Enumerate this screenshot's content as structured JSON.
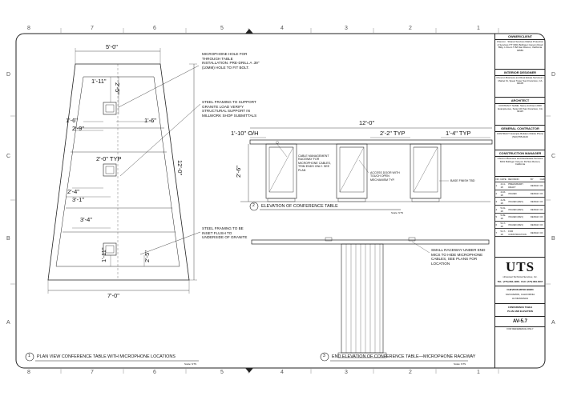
{
  "grid": {
    "top_numbers": [
      "8",
      "7",
      "6",
      "5",
      "4",
      "3",
      "2",
      "1"
    ],
    "bottom_numbers": [
      "8",
      "7",
      "6",
      "5",
      "4",
      "3",
      "2",
      "1"
    ],
    "letters": [
      "D",
      "C",
      "B",
      "A"
    ]
  },
  "plan": {
    "dims": {
      "top": "5'-0\"",
      "d1": "1'-11\"",
      "d2": "2'-5\"",
      "d3": "1'-6\"",
      "d4": "2'-9\"",
      "d5": "1'-6\"",
      "typ": "2'-0\" TYP",
      "d6": "2'-4\"",
      "d7": "3'-1\"",
      "d8": "3'-4\"",
      "d9": "1'-11\"",
      "d10": "2'-5\"",
      "bottom": "7'-0\"",
      "height": "12'-0\""
    },
    "notes": {
      "mic": "MICROPHONE HOLE FOR THROUGH TABLE INSTALLATION. PRE-DRILL A .39\" (10MM) HOLE TO FIT BOLT.",
      "steel1": "STEEL FRAMING TO SUPPORT GRANITE LOAD VERIFY STRUCTURAL SUPPORT IN MILLWORK SHOP SUBMITTALS",
      "steel2": "STEEL FRAMING TO BE INSET FLUSH TO UNDERSIDE OF GRANITE"
    },
    "caption_num": "1",
    "caption": "PLAN VIEW CONFERENCE TABLE WITH MICROPHONE LOCATIONS",
    "scale": "Scale: NTS"
  },
  "elevation": {
    "dims": {
      "overall": "12'-0\"",
      "oh": "1'-10\" O/H",
      "typ": "2'-2\" TYP",
      "typ2": "1'-4\" TYP",
      "height": "2'-6\""
    },
    "notes": {
      "cable": "CABLE MANAGEMENT RACEWAY FOR MICROPHONE CABLES, TRIM ENDS ONLY. SEE PLAN",
      "access": "ACCESS DOOR WITH TOUCH OPEN MECHANISM TYP.",
      "base": "BASE FINISH TBD"
    },
    "caption_num": "2",
    "caption": "ELEVATION OF CONFERENCE TABLE",
    "scale": "Scale: NTS"
  },
  "end_elevation": {
    "note": "SMALL RACEWAY UNDER END MICS TO HIDE MICROPHONE CABLES, SEE PLANS FOR LOCATION",
    "caption_num": "3",
    "caption": "END ELEVATION OF CONFERENCE TABLE—MICROPHONE RACEWAY",
    "scale": "Scale: NTS"
  },
  "titleblock": {
    "owner_h": "OWNER/CLIENT",
    "owner_t": "Chevron · Shared Services Market Protection & Services ITT 6001 Bollinger Canyon Road Bldg. L Room T-BA San Ramon, California 94583",
    "designer_h": "INTERIOR DESIGNER",
    "designer_t": "Chevron Business and Real Estate Services 1 Market St, Spear Tower San Francisco, CA 94105",
    "architect_h": "ARCHITECT",
    "architect_t": "CONTRACT NAME: Name Architect 2000 Example Ave, Suite 100 San Francisco, CA 94115",
    "gc_h": "GENERAL CONTRACTOR",
    "gc_t": "CONTRACT: Example Builders Mobile Phone (510) 555-0100",
    "cm_h": "CONSTRUCTION MANAGER",
    "cm_t": "Chevron Business and Real Estate Services 6001 Bollinger Canyon Rd San Ramon, California",
    "rev_headers": [
      "NO.",
      "DATE",
      "REVISION",
      "BY",
      "CHK"
    ],
    "rev_rows": [
      [
        "1",
        "4-11-18",
        "PRELIMINARY DRAFT",
        "DESIGN",
        "CK"
      ],
      [
        "2",
        "4-16-18",
        "ISSUED",
        "DESIGN",
        "CK"
      ],
      [
        "3",
        "4-23-18",
        "ISSUED (REV)",
        "DESIGN",
        "CK"
      ],
      [
        "4",
        "5-01-18",
        "ISSUED (REV)",
        "DESIGN",
        "CK"
      ],
      [
        "5",
        "5-09-18",
        "ISSUED (REV)",
        "DESIGN",
        "CK"
      ],
      [
        "6",
        "5-17-18",
        "ISSUED (REV)",
        "DESIGN",
        "CK"
      ],
      [
        "7",
        "5-17-18",
        "FOR CONSTRUCTION",
        "DESIGN",
        "CK"
      ]
    ],
    "logo": "UTS",
    "logo_sub": "Universal Technical Services, Inc.",
    "phone": "TEL: (775) 884-1288 · FAX: (775) 884-0067",
    "project_l1": "CHEVRON MPOD B8280",
    "project_l2": "SAN RAMON, CALIFORNIA",
    "project_l3": "AV DRAWINGS",
    "drawing_l1": "CONFERENCE TABLE",
    "drawing_l2": "PLAN AND ELEVATION",
    "sheet": "AV-5.7",
    "footer": "FOR REFERENCE ONLY"
  }
}
